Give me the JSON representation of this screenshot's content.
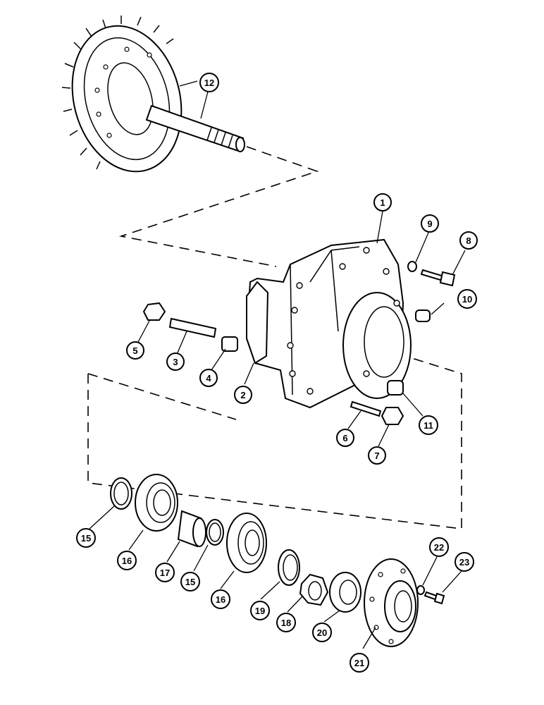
{
  "callouts": [
    {
      "id": "c1",
      "label": "1",
      "part": "differential-housing"
    },
    {
      "id": "c2",
      "label": "2",
      "part": "housing-flange"
    },
    {
      "id": "c3",
      "label": "3",
      "part": "stud"
    },
    {
      "id": "c4",
      "label": "4",
      "part": "dowel-sleeve"
    },
    {
      "id": "c5",
      "label": "5",
      "part": "nut"
    },
    {
      "id": "c6",
      "label": "6",
      "part": "stud"
    },
    {
      "id": "c7",
      "label": "7",
      "part": "nut"
    },
    {
      "id": "c8",
      "label": "8",
      "part": "bolt"
    },
    {
      "id": "c9",
      "label": "9",
      "part": "washer"
    },
    {
      "id": "c10",
      "label": "10",
      "part": "plug"
    },
    {
      "id": "c11",
      "label": "11",
      "part": "plug"
    },
    {
      "id": "c12",
      "label": "12",
      "part": "ring-gear-and-pinion"
    },
    {
      "id": "c15a",
      "label": "15",
      "part": "snap-ring"
    },
    {
      "id": "c15b",
      "label": "15",
      "part": "snap-ring"
    },
    {
      "id": "c16a",
      "label": "16",
      "part": "bearing"
    },
    {
      "id": "c16b",
      "label": "16",
      "part": "bearing"
    },
    {
      "id": "c17",
      "label": "17",
      "part": "spacer"
    },
    {
      "id": "c18",
      "label": "18",
      "part": "lock-nut"
    },
    {
      "id": "c19",
      "label": "19",
      "part": "tab-washer"
    },
    {
      "id": "c20",
      "label": "20",
      "part": "seal"
    },
    {
      "id": "c21",
      "label": "21",
      "part": "flange"
    },
    {
      "id": "c22",
      "label": "22",
      "part": "washer"
    },
    {
      "id": "c23",
      "label": "23",
      "part": "bolt"
    }
  ],
  "colors": {
    "ink": "#000000",
    "paper": "#ffffff"
  }
}
